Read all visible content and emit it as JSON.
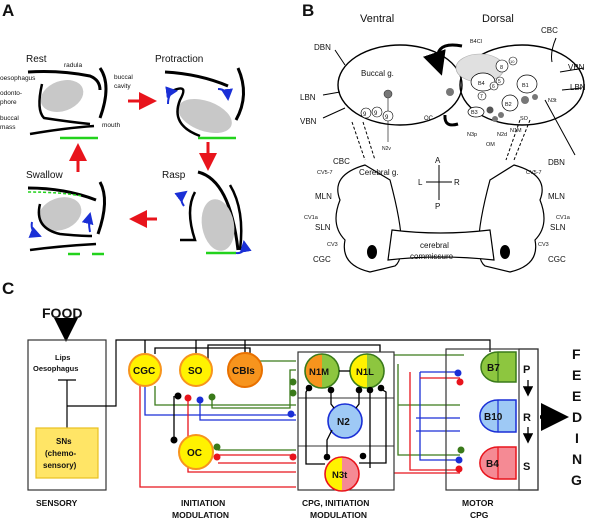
{
  "panels": {
    "A": {
      "letter": "A",
      "stages": [
        "Rest",
        "Protraction",
        "Rasp",
        "Swallow"
      ],
      "labels": {
        "radula": "radula",
        "oesophagus": "oesophagus",
        "odonto1": "odonto-",
        "odonto2": "phore",
        "buccal_cavity1": "buccal",
        "buccal_cavity2": "cavity",
        "buccal_mass1": "buccal",
        "buccal_mass2": "mass",
        "mouth": "mouth"
      }
    },
    "B": {
      "letter": "B",
      "ventral": "Ventral",
      "dorsal": "Dorsal",
      "buccal_g": "Buccal g.",
      "cerebral_g": "Cerebral g.",
      "commissure1": "cerebral",
      "commissure2": "commissure",
      "nerves": {
        "dbn": "DBN",
        "lbn": "LBN",
        "vbn": "VBN",
        "cbc": "CBC",
        "mln": "MLN",
        "sln": "SLN",
        "cgc": "CGC"
      },
      "cells": {
        "b4cl": "B4Cl",
        "b4": "B4",
        "b1": "B1",
        "b2": "B2",
        "b3": "B3",
        "n8": "8",
        "n10": "10",
        "n5": "5",
        "n6": "6",
        "n7": "7",
        "n9": "9",
        "oc": "OC",
        "n2v": "N2v",
        "n3p": "N3p",
        "om": "OM",
        "n2d": "N2d",
        "n1m": "N1M",
        "so": "SO",
        "n3t": "N3t",
        "cv57": "CV5-7",
        "cv1a": "CV1a",
        "cv3": "CV3"
      },
      "compass": {
        "a": "A",
        "p": "P",
        "l": "L",
        "r": "R"
      }
    },
    "C": {
      "letter": "C",
      "food": "FOOD",
      "lips": "Lips",
      "oesophagus": "Oesophagus",
      "sns": [
        "SNs",
        "(chemo-",
        "sensory)"
      ],
      "neurons": {
        "cgc": "CGC",
        "so": "SO",
        "cbis": "CBIs",
        "oc": "OC",
        "n1m": "N1M",
        "n1l": "N1L",
        "n2": "N2",
        "n3t": "N3t",
        "b7": "B7",
        "b10": "B10",
        "b4": "B4"
      },
      "phases": [
        "P",
        "R",
        "S"
      ],
      "feeding": [
        "F",
        "E",
        "E",
        "D",
        "I",
        "N",
        "G"
      ],
      "section_labels": {
        "sensory": "SENSORY",
        "initiation1": "INITIATION",
        "initiation2": "MODULATION",
        "cpg1": "CPG, INITIATION",
        "cpg2": "MODULATION",
        "motor1": "MOTOR",
        "motor2": "CPG"
      },
      "colors": {
        "red": "#e8141c",
        "blue": "#1a2fd6",
        "green": "#3a7a1a",
        "yellow": "#fff200",
        "orange": "#f7941d",
        "lime": "#8dc63f",
        "lightblue": "#9ec9f5",
        "pink": "#f58a94",
        "sns_box": "#ffe566"
      }
    }
  }
}
